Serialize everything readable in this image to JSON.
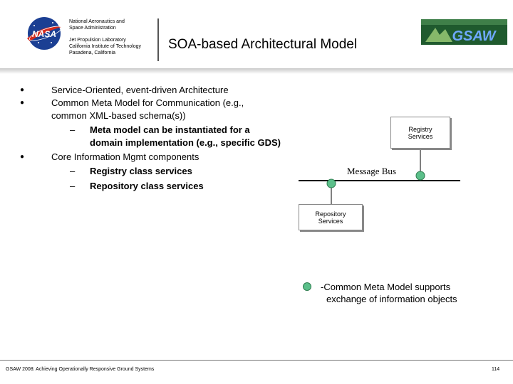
{
  "header": {
    "agency_line1": "National Aeronautics and",
    "agency_line2": "Space Administration",
    "jpl_line1": "Jet Propulsion Laboratory",
    "jpl_line2": "California Institute of Technology",
    "jpl_line3": "Pasadena, California",
    "title": "SOA-based Architectural Model",
    "left_logo": "nasa-meatball-logo",
    "right_logo": "gsaw-logo",
    "right_logo_text": "GSAW"
  },
  "bullets": [
    {
      "text": "Service-Oriented, event-driven Architecture"
    },
    {
      "line1": "Common Meta Model for Communication (e.g.,",
      "line2": "common XML-based schema(s))",
      "sub": [
        {
          "dash": "–",
          "line1": "Meta model can be instantiated for a",
          "line2": "domain implementation (e.g., specific GDS)"
        }
      ]
    },
    {
      "text": "Core Information Mgmt components",
      "sub": [
        {
          "dash": "–",
          "text": "Registry class services"
        },
        {
          "dash": "–",
          "text": "Repository class services"
        }
      ]
    }
  ],
  "diagram": {
    "registry_line1": "Registry",
    "registry_line2": "Services",
    "repository_line1": "Repository",
    "repository_line2": "Services",
    "bus_label": "Message Bus",
    "node_color": "#5bbf8a"
  },
  "legend": {
    "line1": "-Common Meta Model supports",
    "line2": "exchange of information objects"
  },
  "footer": {
    "text": "GSAW 2008: Achieving Operationally Responsive Ground Systems",
    "page": "114"
  }
}
